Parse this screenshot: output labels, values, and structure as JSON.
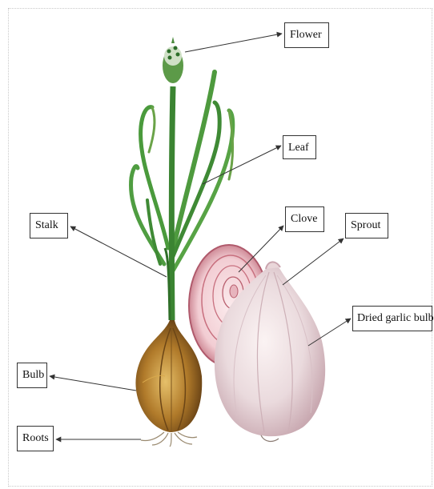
{
  "labels": {
    "flower": "Flower",
    "leaf": "Leaf",
    "stalk": "Stalk",
    "clove": "Clove",
    "sprout": "Sprout",
    "dried_bulb": "Dried garlic bulb",
    "bulb": "Bulb",
    "roots": "Roots"
  },
  "colors": {
    "stem_green": "#3f8a35",
    "leaf_green": "#4e9a3e",
    "bulb_brown": "#a7701f",
    "clove_pink": "#d9a0a8",
    "garlic_white": "#efe0e2",
    "arrow": "#333333"
  }
}
